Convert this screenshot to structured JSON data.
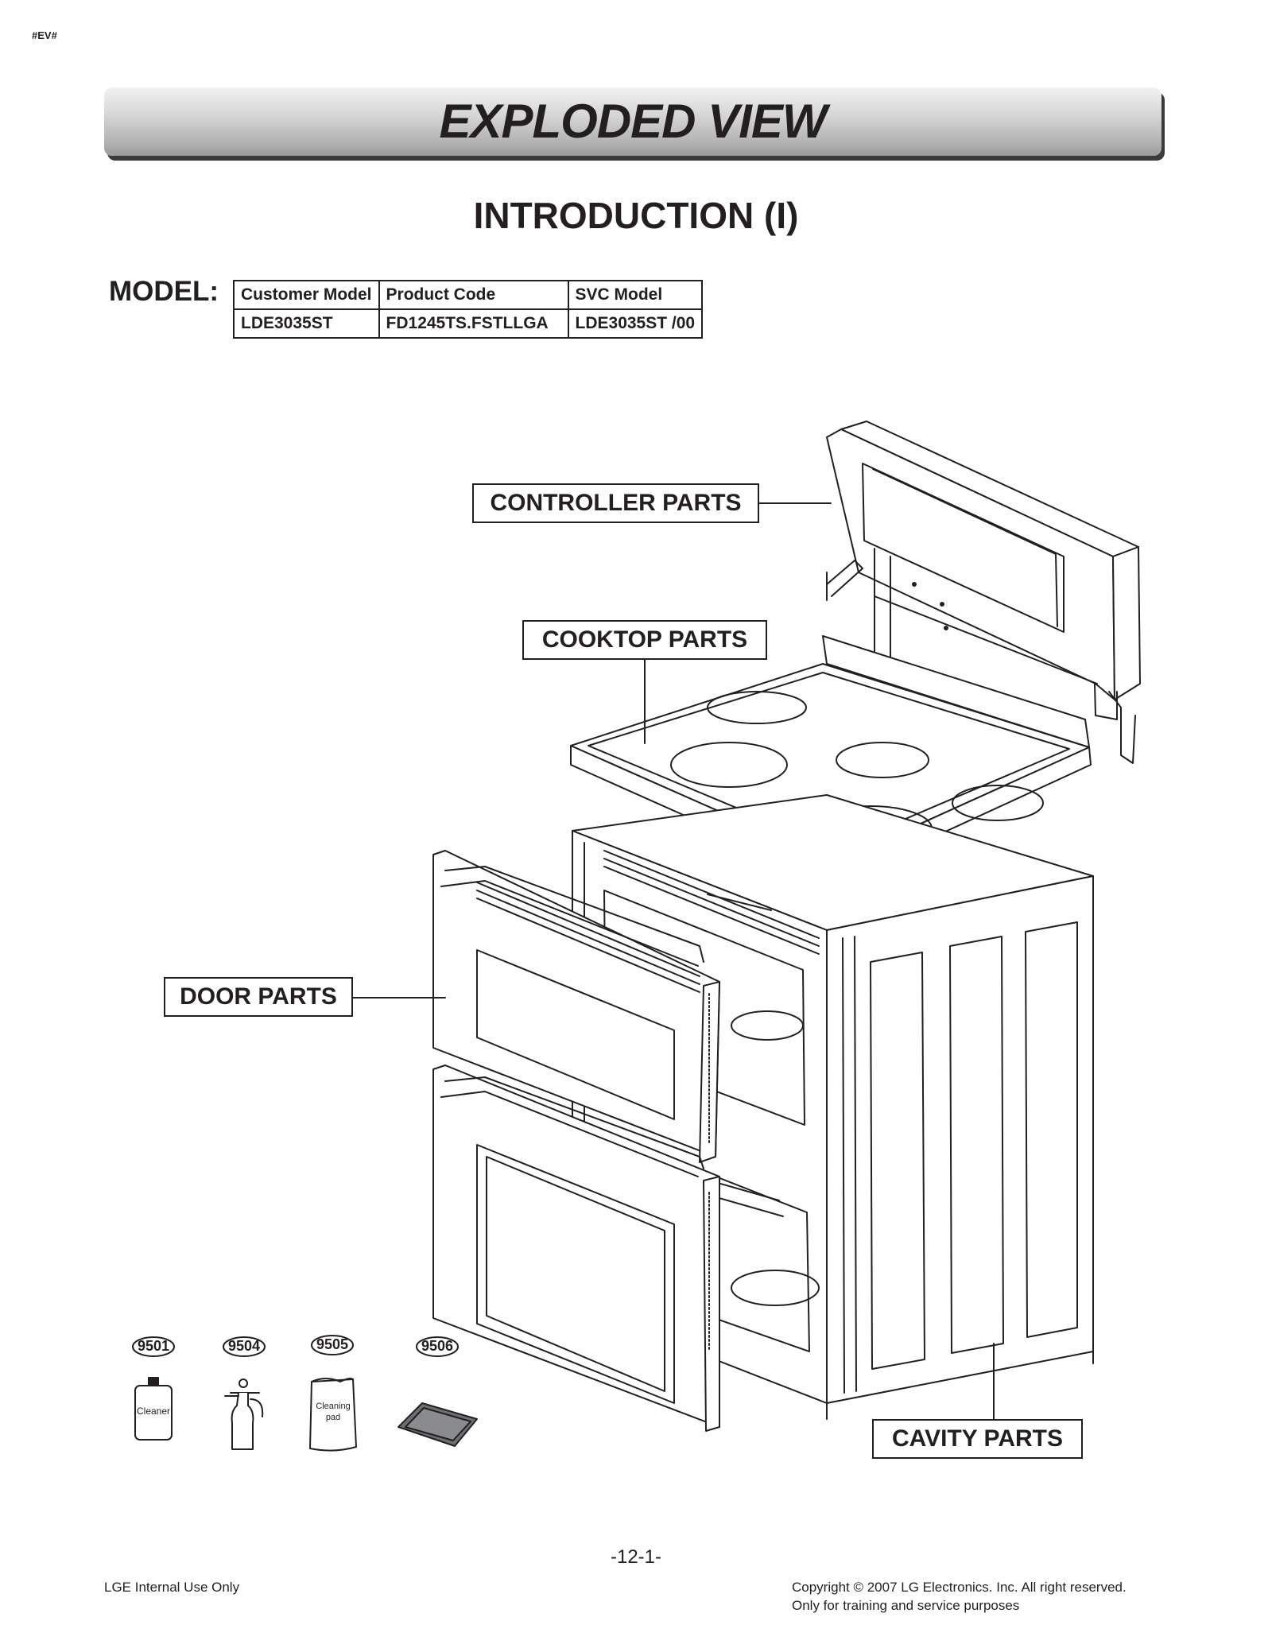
{
  "doc_tag": "#EV#",
  "header": {
    "title": "EXPLODED VIEW",
    "subtitle": "INTRODUCTION (I)"
  },
  "model": {
    "label": "MODEL:",
    "columns": [
      "Customer Model",
      "Product Code",
      "SVC Model"
    ],
    "rows": [
      [
        "LDE3035ST",
        "FD1245TS.FSTLLGA",
        "LDE3035ST /00"
      ]
    ]
  },
  "callouts": {
    "controller": "CONTROLLER PARTS",
    "cooktop": "COOKTOP PARTS",
    "door": "DOOR PARTS",
    "cavity": "CAVITY PARTS"
  },
  "accessories": [
    {
      "code": "9501",
      "label": "Cleaner",
      "icon": "cleaner-bottle-icon"
    },
    {
      "code": "9504",
      "label": "",
      "icon": "spray-bottle-icon"
    },
    {
      "code": "9505",
      "label_line1": "Cleaning",
      "label_line2": "pad",
      "icon": "cleaning-pad-bag-icon"
    },
    {
      "code": "9506",
      "label": "",
      "icon": "scrub-pad-icon"
    }
  ],
  "footer": {
    "left": "LGE Internal Use Only",
    "page": "-12-1-",
    "copyright_line1": "Copyright © 2007 LG Electronics. Inc. All right reserved.",
    "copyright_line2": "Only for training and service purposes"
  }
}
